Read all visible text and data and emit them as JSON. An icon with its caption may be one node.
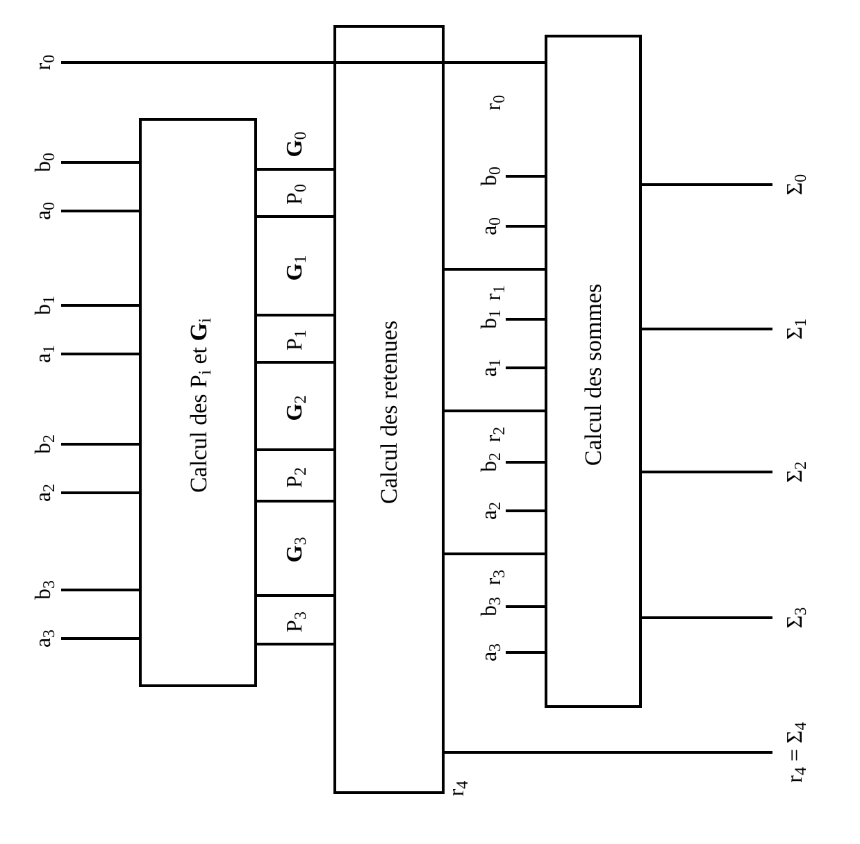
{
  "diagram": {
    "nodes": [
      {
        "text": [
          "Calcul des P$_{i}$ et **G**$_{i}$"
        ]
      },
      {
        "text": [
          "Calcul des retenues"
        ],
        "beside": [
          "r$_{4}$"
        ]
      },
      {
        "text": [
          "Calcul des sommes"
        ]
      },
      {
        "text": [
          "**G**$_{0}$"
        ]
      },
      {
        "text": [
          "P$_{0}$"
        ]
      },
      {
        "text": [
          "**G**$_{1}$"
        ]
      },
      {
        "text": [
          "P$_{1}$"
        ]
      },
      {
        "text": [
          "**G**$_{2}$"
        ]
      },
      {
        "text": [
          "P$_{2}$"
        ]
      },
      {
        "text": [
          "**G**$_{3}$"
        ]
      },
      {
        "text": [
          "P$_{3}$"
        ]
      },
      {
        "text": [
          "r$_{0}$"
        ]
      },
      {
        "text": [
          "r$_{1}$"
        ]
      },
      {
        "text": [
          "r$_{2}$"
        ]
      },
      {
        "text": [
          "r$_{3}$"
        ]
      },
      {
        "text": [
          "b$_{0}$"
        ],
        "in": 11
      },
      {
        "text": [
          "a$_{0}$"
        ],
        "in": 11
      },
      {
        "text": [
          "b$_{1}$"
        ],
        "in": 12
      },
      {
        "text": [
          "a$_{1}$"
        ],
        "in": 12
      },
      {
        "text": [
          "b$_{2}$"
        ],
        "in": 13
      },
      {
        "text": [
          "a$_{2}$"
        ],
        "in": 13
      },
      {
        "text": [
          "b$_{3}$"
        ],
        "in": 14
      },
      {
        "text": [
          "a$_{3}$"
        ],
        "in": 14
      },
      {
        "text": [
          "b$_{0}$"
        ]
      },
      {
        "text": [
          "a$_{0}$"
        ]
      },
      {
        "text": [
          "b$_{1}$"
        ]
      },
      {
        "text": [
          "a$_{1}$"
        ]
      },
      {
        "text": [
          "b$_{2}$"
        ]
      },
      {
        "text": [
          "a$_{2}$"
        ]
      },
      {
        "text": [
          "b$_{3}$"
        ]
      },
      {
        "text": [
          "a$_{3}$"
        ]
      },
      {
        "text": [
          "r$_{0}$"
        ]
      },
      {
        "text": [
          "Σ$_{0}$"
        ]
      },
      {
        "text": [
          "Σ$_{1}$"
        ]
      },
      {
        "text": [
          "Σ$_{2}$"
        ]
      },
      {
        "text": [
          "Σ$_{3}$"
        ]
      },
      {
        "text": [
          "r$_{4}$ = Σ$_{4}$"
        ]
      }
    ],
    "edges": [
      {
        "from": 23,
        "to": 0,
        "arrow": "none"
      },
      {
        "from": 24,
        "to": 0,
        "arrow": "none"
      },
      {
        "from": 25,
        "to": 0,
        "arrow": "none"
      },
      {
        "from": 26,
        "to": 0,
        "arrow": "none"
      },
      {
        "from": 27,
        "to": 0,
        "arrow": "none"
      },
      {
        "from": 28,
        "to": 0,
        "arrow": "none"
      },
      {
        "from": 29,
        "to": 0,
        "arrow": "none"
      },
      {
        "from": 30,
        "to": 0,
        "arrow": "none"
      },
      {
        "from": 31,
        "to": 1,
        "arrow": "none"
      },
      {
        "from": 1,
        "to": 2,
        "arrow": "none"
      },
      {
        "from": 15,
        "to": 2,
        "arrow": "none"
      },
      {
        "from": 16,
        "to": 2,
        "arrow": "none"
      },
      {
        "from": 17,
        "to": 2,
        "arrow": "none"
      },
      {
        "from": 18,
        "to": 2,
        "arrow": "none"
      },
      {
        "from": 19,
        "to": 2,
        "arrow": "none"
      },
      {
        "from": 20,
        "to": 2,
        "arrow": "none"
      },
      {
        "from": 21,
        "to": 2,
        "arrow": "none"
      },
      {
        "from": 22,
        "to": 2,
        "arrow": "none"
      },
      {
        "from": 2,
        "to": 32,
        "arrow": "none"
      },
      {
        "from": 2,
        "to": 33,
        "arrow": "none"
      },
      {
        "from": 2,
        "to": 34,
        "arrow": "none"
      },
      {
        "from": 2,
        "to": 35,
        "arrow": "none"
      },
      {
        "from": 1,
        "to": 36,
        "arrow": "none"
      }
    ]
  }
}
